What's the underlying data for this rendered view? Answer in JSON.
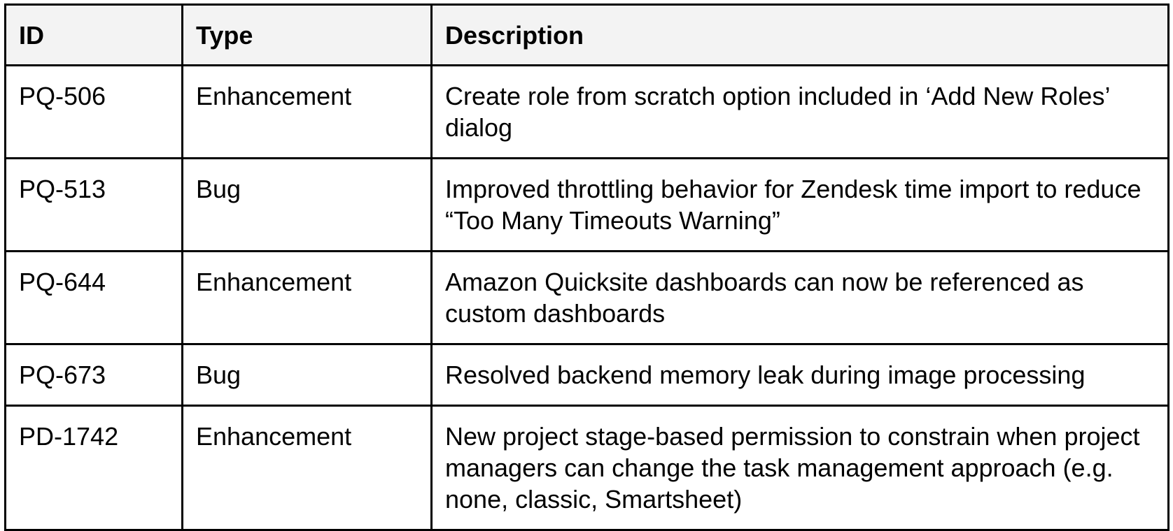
{
  "table": {
    "headers": {
      "id": "ID",
      "type": "Type",
      "description": "Description"
    },
    "rows": [
      {
        "id": "PQ-506",
        "type": "Enhancement",
        "description": "Create role from scratch option included in ‘Add New Roles’ dialog"
      },
      {
        "id": "PQ-513",
        "type": "Bug",
        "description": "Improved throttling behavior for Zendesk time import to reduce “Too Many Timeouts Warning”"
      },
      {
        "id": "PQ-644",
        "type": "Enhancement",
        "description": "Amazon Quicksite dashboards can now be referenced as custom dashboards"
      },
      {
        "id": "PQ-673",
        "type": "Bug",
        "description": "Resolved backend memory leak during image processing"
      },
      {
        "id": "PD-1742",
        "type": "Enhancement",
        "description": "New project stage-based permission to constrain when project managers can change the task management approach (e.g. none, classic, Smartsheet)"
      }
    ]
  }
}
